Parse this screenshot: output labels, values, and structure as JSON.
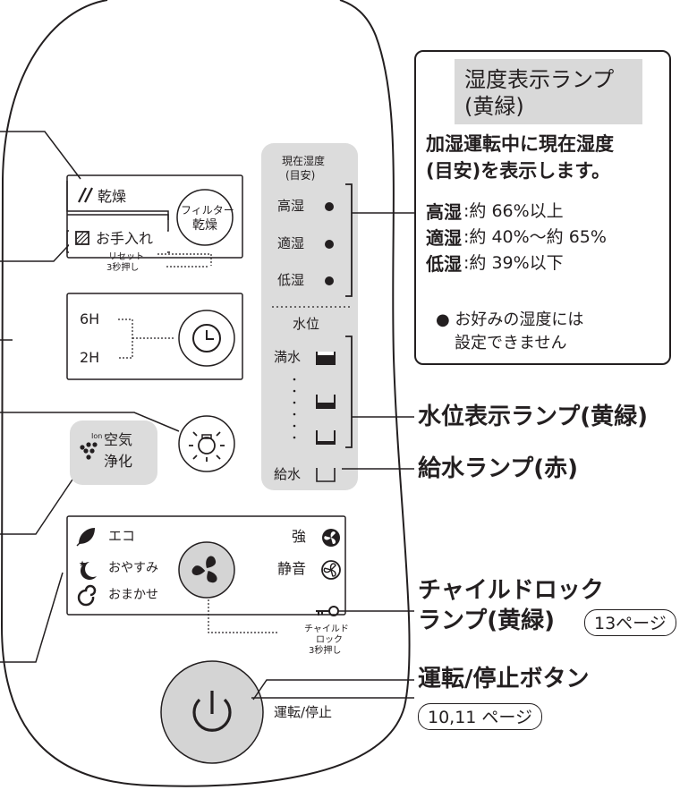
{
  "panel": {
    "dry_label": "乾燥",
    "care_label": "お手入れ",
    "reset_label_line1": "リセット",
    "reset_label_line2": "3秒押し",
    "filter_dry_line1": "フィルター",
    "filter_dry_line2": "乾燥",
    "timer_6h": "6H",
    "timer_2h": "2H",
    "ion_label": "Ion",
    "air_purify_line1": "空気",
    "air_purify_line2": "浄化",
    "eco_label": "エコ",
    "sleep_label": "おやすみ",
    "auto_label": "おまかせ",
    "strong_label": "強",
    "quiet_label": "静音",
    "child_lock_line1": "チャイルド",
    "child_lock_line2": "ロック",
    "child_lock_line3": "3秒押し",
    "power_label": "運転/停止"
  },
  "indicator": {
    "humidity_header_line1": "現在湿度",
    "humidity_header_line2": "(目安)",
    "high": "高湿",
    "mid": "適湿",
    "low": "低湿",
    "water_level": "水位",
    "full": "満水",
    "refill": "給水"
  },
  "callouts": {
    "humidity_title_line1": "湿度表示ランプ",
    "humidity_title_line2": "(黄緑)",
    "humidity_desc_line1": "加湿運転中に現在湿度",
    "humidity_desc_line2": "(目安)を表示します。",
    "high_key": "高湿",
    "high_val": ":約 66%以上",
    "mid_key": "適湿",
    "mid_val": ":約 40%〜約 65%",
    "low_key": "低湿",
    "low_val": ":約 39%以下",
    "note_line1": "● お好みの湿度には",
    "note_line2": "設定できません",
    "water_level_lamp": "水位表示ランプ(黄緑)",
    "refill_lamp": "給水ランプ(赤)",
    "child_lock_lamp_line1": "チャイルドロック",
    "child_lock_lamp_line2": "ランプ(黄緑)",
    "child_lock_page": "13ページ",
    "power_button": "運転/停止ボタン",
    "power_page": "10,11 ページ"
  },
  "colors": {
    "line": "#231f20",
    "button_gray": "#d4d4d4",
    "panel_gray": "#dcdcdc",
    "title_gray": "#d9d9d9"
  }
}
